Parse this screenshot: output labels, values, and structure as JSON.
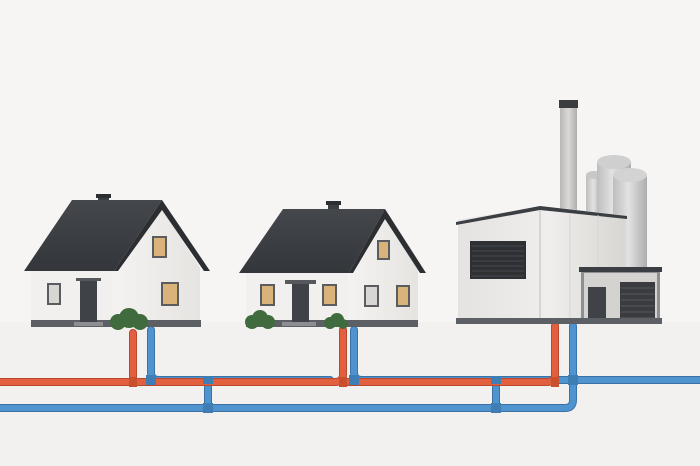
{
  "scene": {
    "background": "#f7f5f3",
    "ground": "#f3f1ef"
  },
  "colors": {
    "supply_pipe": "#e2603f",
    "supply_pipe_dark": "#b9472c",
    "return_pipe": "#4f93cf",
    "return_pipe_dark": "#3a72a6",
    "roof": "#3b3e43",
    "roof_dark": "#2c2e32",
    "house_wall": "#f1f0ee",
    "house_wall_shade": "#e1dfdc",
    "plinth": "#5c5f63",
    "window_glow": "#d9b37a",
    "window_frame": "#5a5c60",
    "door": "#3f4246",
    "plant_wall": "#e9e8e6",
    "plant_wall_shade": "#cfcecb",
    "chimney_stack": "#c9c8c6",
    "silo": "#d6d6d6",
    "silo_shade": "#b9b9b9",
    "bush": "#3f6b3e"
  },
  "elements": [
    {
      "id": "house-1",
      "type": "house",
      "icon": "house-icon"
    },
    {
      "id": "house-2",
      "type": "house",
      "icon": "house-icon"
    },
    {
      "id": "heating-plant",
      "type": "plant",
      "icon": "factory-icon"
    },
    {
      "id": "supply-line",
      "type": "pipe",
      "icon": "hot-pipe-icon"
    },
    {
      "id": "return-line",
      "type": "pipe",
      "icon": "cold-pipe-icon"
    }
  ]
}
